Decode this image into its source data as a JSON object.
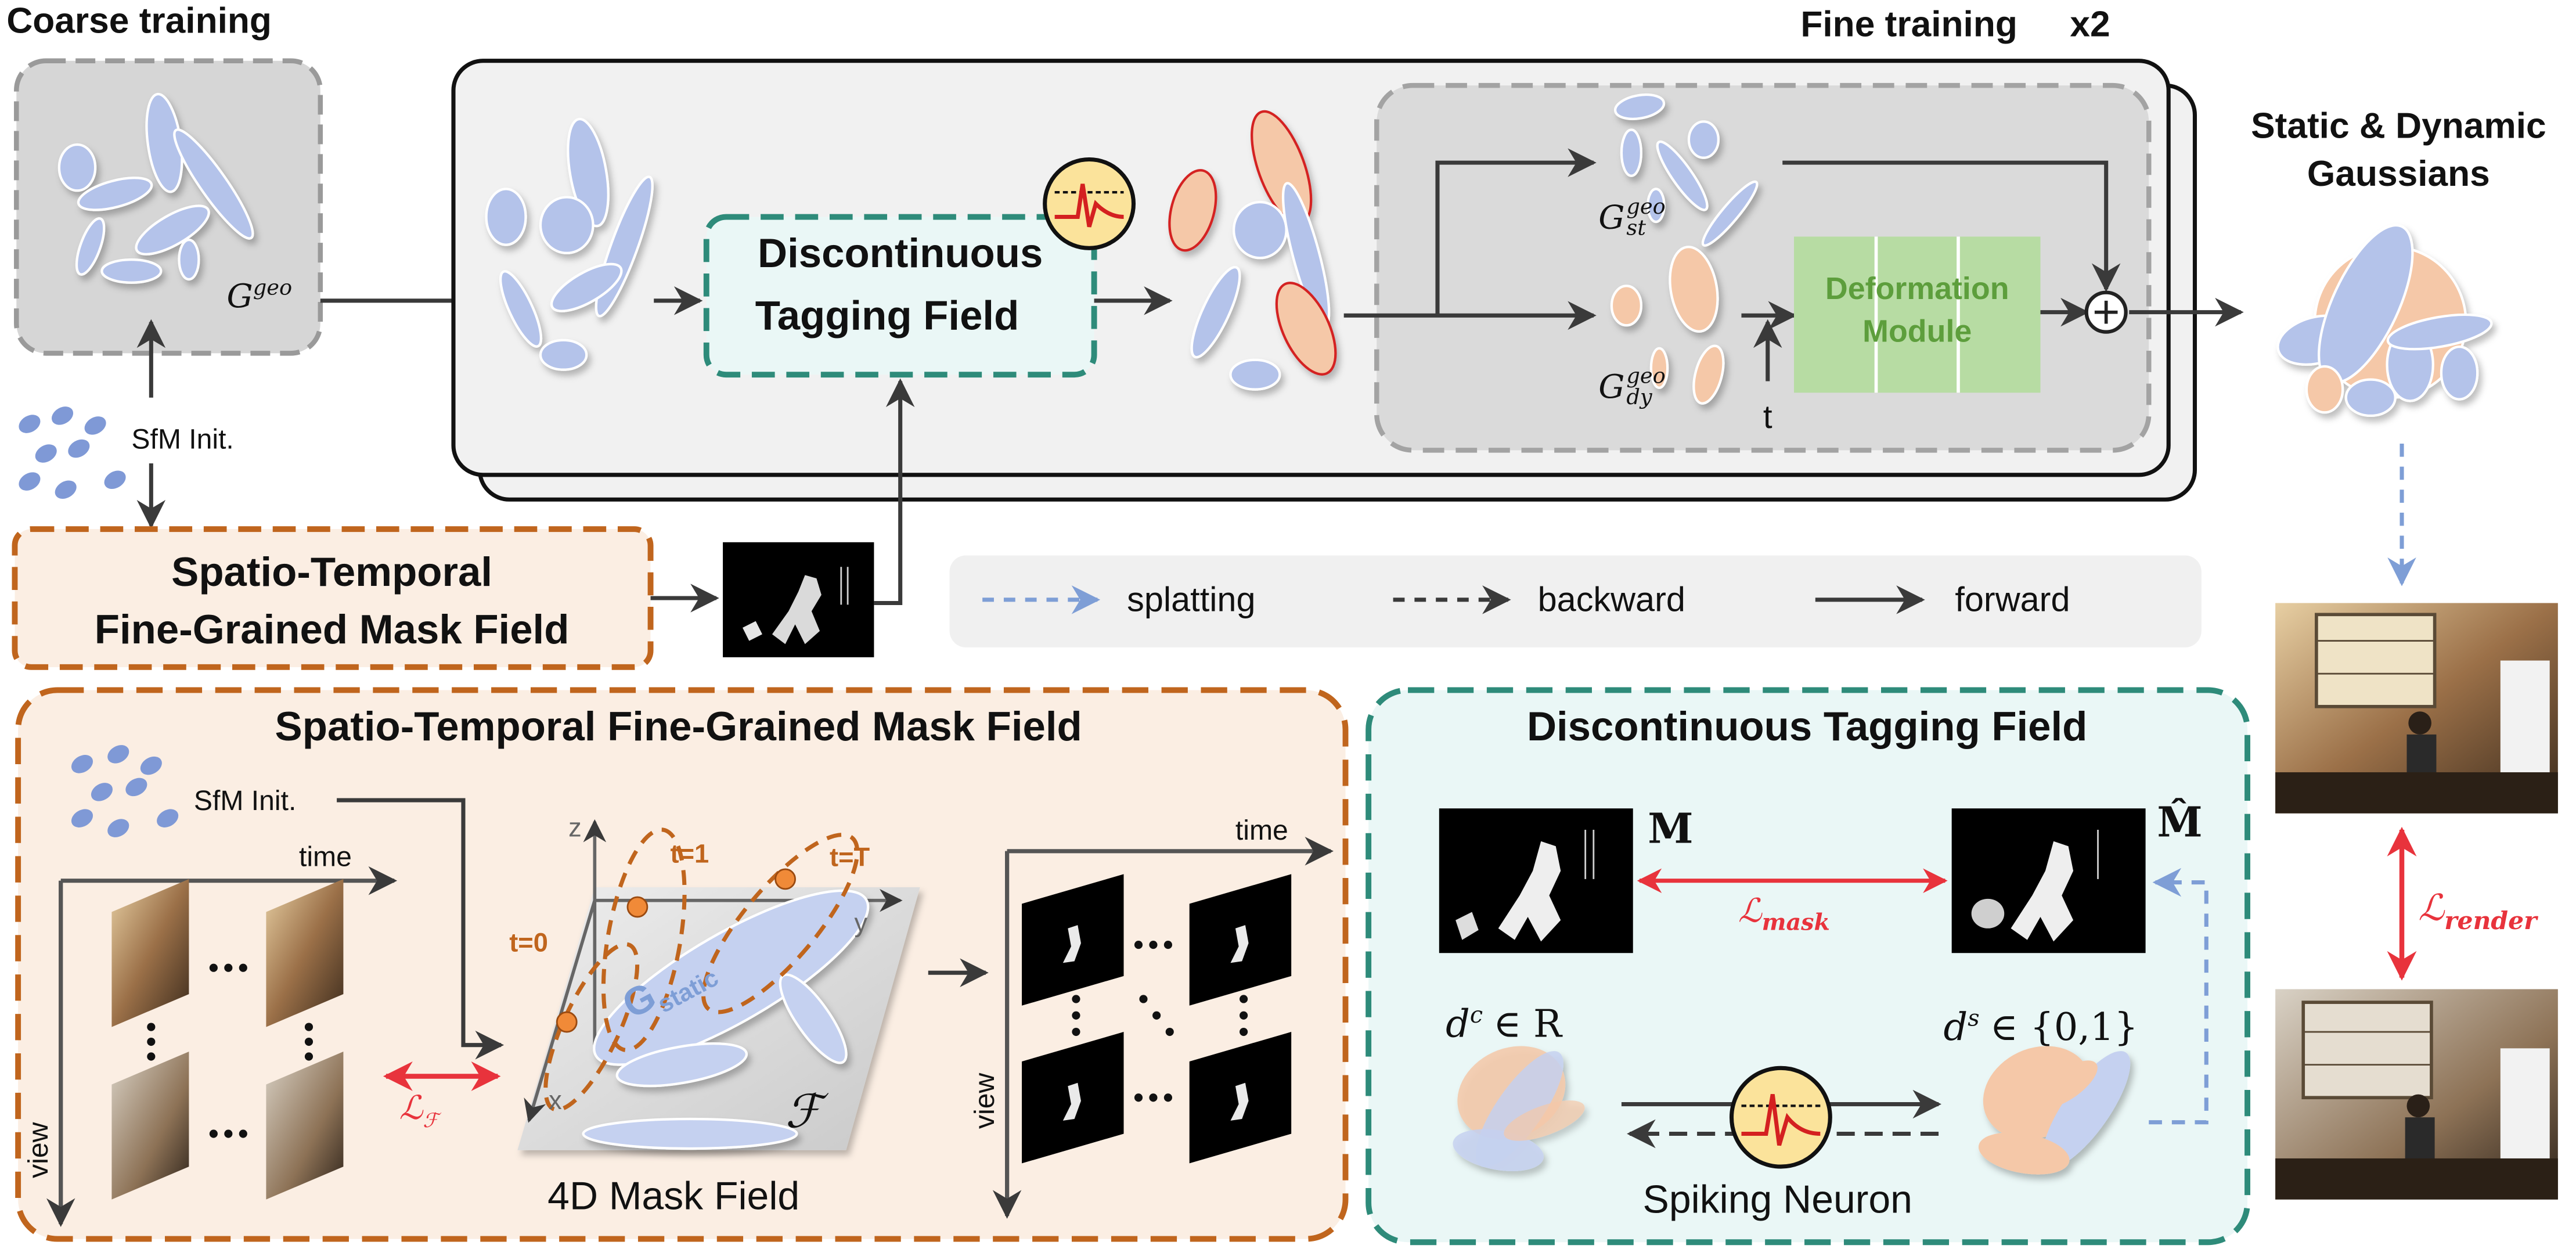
{
  "top": {
    "coarse_title": "Coarse training",
    "fine_title": "Fine training",
    "fine_mult": "x2",
    "static_dynamic": "Static & Dynamic",
    "gaussians": "Gaussians",
    "g_geo": "G",
    "g_geo_sup": "geo",
    "sfm_init": "SfM Init.",
    "dtf_line1": "Discontinuous",
    "dtf_line2": "Tagging Field",
    "g_st": "G",
    "g_st_sup": "geo",
    "g_st_sub": "st",
    "g_dy": "G",
    "g_dy_sup": "geo",
    "g_dy_sub": "dy",
    "t_label": "t",
    "deformation_line1": "Deformation",
    "deformation_line2": "Module",
    "stmf_line1": "Spatio-Temporal",
    "stmf_line2": "Fine-Grained Mask Field"
  },
  "legend": {
    "splatting": "splatting",
    "backward": "backward",
    "forward": "forward"
  },
  "left_panel": {
    "title": "Spatio-Temporal Fine-Grained Mask Field",
    "sfm_init": "SfM Init.",
    "time": "time",
    "view": "view",
    "loss_F": "ℒ",
    "loss_F_sub": "ℱ",
    "axis_z": "z",
    "axis_y": "y",
    "axis_x": "x",
    "t0": "t=0",
    "t1": "t=1",
    "tT": "t=T",
    "g_static": "G",
    "g_static_sub": "static",
    "field_symbol": "ℱ",
    "caption": "4D Mask Field",
    "time2": "time",
    "view2": "view"
  },
  "right_panel": {
    "title": "Discontinuous Tagging Field",
    "M": "M",
    "M_hat": "M̂",
    "loss_mask": "ℒ",
    "loss_mask_sub": "mask",
    "dc": "d",
    "dc_sup": "c",
    "dc_set": "∈ R",
    "ds": "d",
    "ds_sup": "s",
    "ds_set": "∈ {0,1}",
    "spiking": "Spiking Neuron"
  },
  "far_right": {
    "loss_render": "ℒ",
    "loss_render_sub": "render"
  },
  "colors": {
    "gaussian_blue": "#b4c3ea",
    "gaussian_peach": "#f5c8a8",
    "orange_dash": "#c0651d",
    "teal_dash": "#2e8b7a",
    "red_arrow": "#e8333c",
    "blue_dash": "#7e9ed6",
    "green_module": "#b7dca3",
    "green_text": "#5d9e3c"
  }
}
